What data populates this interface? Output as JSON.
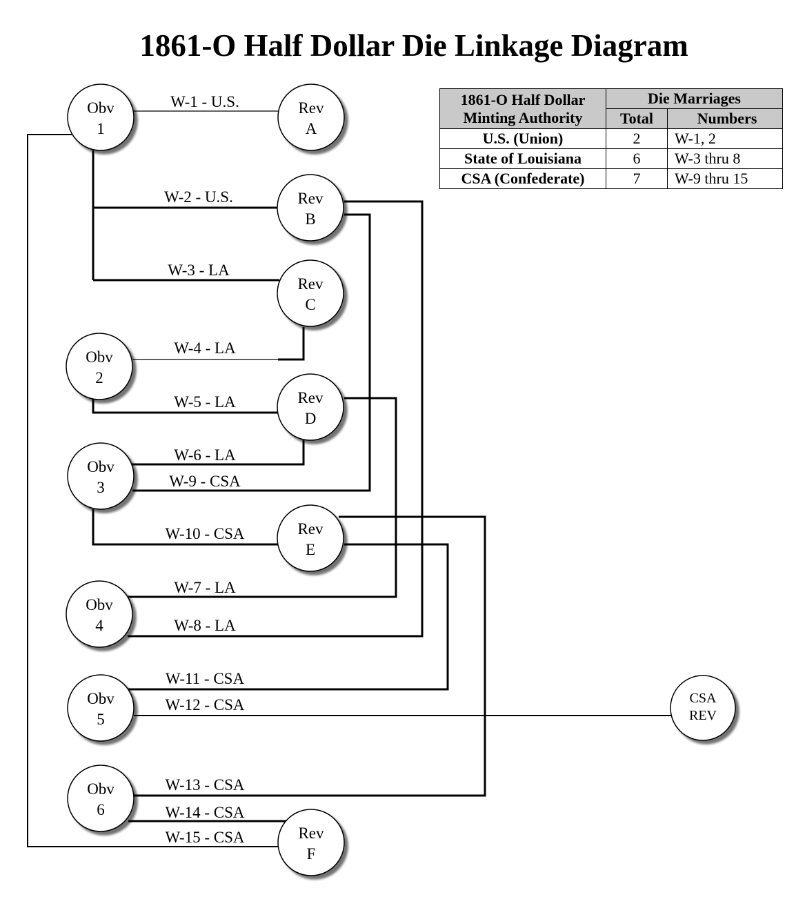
{
  "title": "1861-O Half Dollar Die Linkage Diagram",
  "obverses": [
    {
      "id": "obv1",
      "line1": "Obv",
      "line2": "1"
    },
    {
      "id": "obv2",
      "line1": "Obv",
      "line2": "2"
    },
    {
      "id": "obv3",
      "line1": "Obv",
      "line2": "3"
    },
    {
      "id": "obv4",
      "line1": "Obv",
      "line2": "4"
    },
    {
      "id": "obv5",
      "line1": "Obv",
      "line2": "5"
    },
    {
      "id": "obv6",
      "line1": "Obv",
      "line2": "6"
    }
  ],
  "reverses": [
    {
      "id": "revA",
      "line1": "Rev",
      "line2": "A"
    },
    {
      "id": "revB",
      "line1": "Rev",
      "line2": "B"
    },
    {
      "id": "revC",
      "line1": "Rev",
      "line2": "C"
    },
    {
      "id": "revD",
      "line1": "Rev",
      "line2": "D"
    },
    {
      "id": "revE",
      "line1": "Rev",
      "line2": "E"
    },
    {
      "id": "revF",
      "line1": "Rev",
      "line2": "F"
    },
    {
      "id": "csaRev",
      "line1": "CSA",
      "line2": "REV"
    }
  ],
  "marriages": [
    {
      "label": "W-1 - U.S.",
      "obverse": "Obv 1",
      "reverse": "Rev A"
    },
    {
      "label": "W-2 - U.S.",
      "obverse": "Obv 1",
      "reverse": "Rev B"
    },
    {
      "label": "W-3 - LA",
      "obverse": "Obv 1",
      "reverse": "Rev C"
    },
    {
      "label": "W-4 - LA",
      "obverse": "Obv 2",
      "reverse": "Rev C"
    },
    {
      "label": "W-5 - LA",
      "obverse": "Obv 2",
      "reverse": "Rev D"
    },
    {
      "label": "W-6 - LA",
      "obverse": "Obv 3",
      "reverse": "Rev D"
    },
    {
      "label": "W-9 - CSA",
      "obverse": "Obv 3",
      "reverse": "Rev B"
    },
    {
      "label": "W-10 - CSA",
      "obverse": "Obv 3",
      "reverse": "Rev E"
    },
    {
      "label": "W-7 - LA",
      "obverse": "Obv 4",
      "reverse": "Rev D"
    },
    {
      "label": "W-8 - LA",
      "obverse": "Obv 4",
      "reverse": "Rev B"
    },
    {
      "label": "W-11 - CSA",
      "obverse": "Obv 5",
      "reverse": "Rev E"
    },
    {
      "label": "W-12 - CSA",
      "obverse": "Obv 5",
      "reverse": "CSA REV"
    },
    {
      "label": "W-13 - CSA",
      "obverse": "Obv 6",
      "reverse": "Rev E"
    },
    {
      "label": "W-14 - CSA",
      "obverse": "Obv 6",
      "reverse": "Rev F"
    },
    {
      "label": "W-15 - CSA",
      "obverse": "Obv 1",
      "reverse": "Rev F"
    }
  ],
  "table": {
    "header_authority_line1": "1861-O Half Dollar",
    "header_authority_line2": "Minting Authority",
    "header_marriages": "Die Marriages",
    "header_total": "Total",
    "header_numbers": "Numbers",
    "rows": [
      {
        "authority": "U.S. (Union)",
        "total": "2",
        "numbers": "W-1, 2"
      },
      {
        "authority": "State of Louisiana",
        "total": "6",
        "numbers": "W-3 thru 8"
      },
      {
        "authority": "CSA (Confederate)",
        "total": "7",
        "numbers": "W-9 thru 15"
      }
    ]
  }
}
